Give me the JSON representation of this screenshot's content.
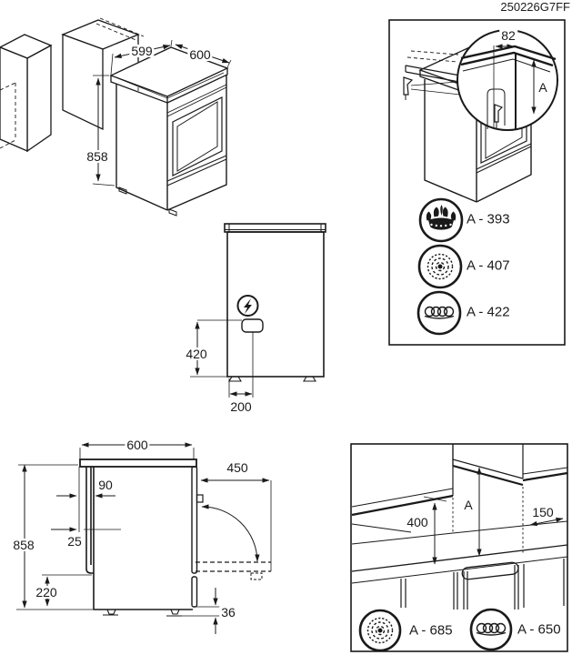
{
  "doc_code": "250226G7FF",
  "colors": {
    "line": "#1a1a1a",
    "background": "#ffffff"
  },
  "iso_view": {
    "width_mm": "599",
    "depth_mm": "600",
    "height_mm": "858"
  },
  "rear_view": {
    "outlet_height_mm": "420",
    "outlet_offset_mm": "200"
  },
  "side_view": {
    "depth_mm": "600",
    "door_clearance_mm": "450",
    "rear_offset_mm": "90",
    "rear_panel_mm": "25",
    "height_mm": "858",
    "lower_section_mm": "220",
    "foot_height_mm": "36"
  },
  "corner_detail": {
    "bracket_offset_mm": "82",
    "dim_letter": "A",
    "rows": [
      {
        "icon": "gas-burner-icon",
        "label": "A - 393"
      },
      {
        "icon": "radiant-hob-icon",
        "label": "A - 407"
      },
      {
        "icon": "coil-hob-icon",
        "label": "A - 422"
      }
    ]
  },
  "clearance_detail": {
    "cabinet_clearance_mm": "400",
    "dim_letter": "A",
    "side_clearance_mm": "150",
    "rows": [
      {
        "icon": "radiant-hob-icon",
        "label": "A - 685"
      },
      {
        "icon": "coil-hob-icon",
        "label": "A - 650"
      }
    ]
  }
}
